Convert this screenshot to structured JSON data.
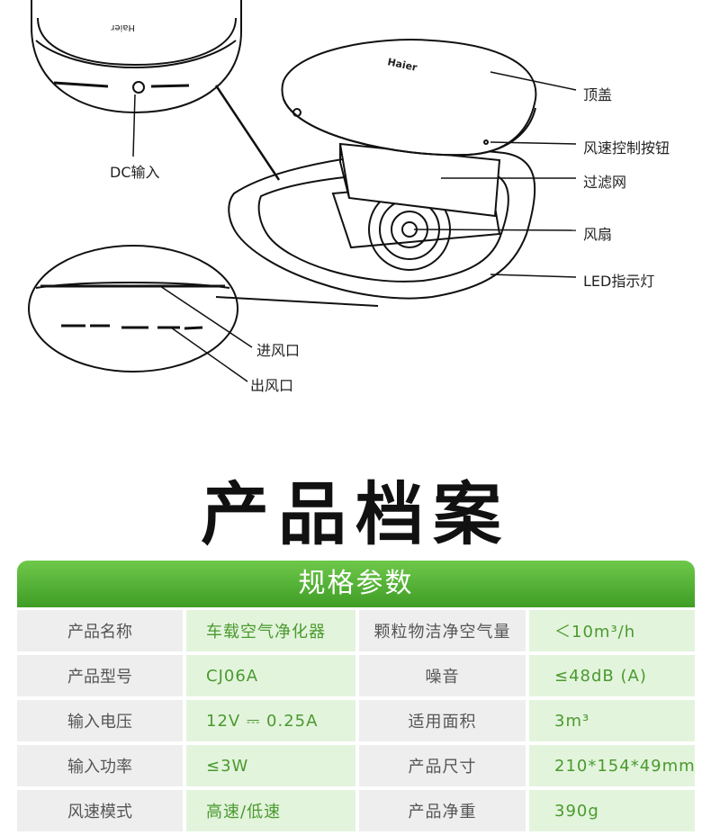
{
  "diagram": {
    "brand_logo": "Haier",
    "labels": {
      "dc_input": "DC输入",
      "top_cover": "顶盖",
      "speed_button": "风速控制按钮",
      "filter": "过滤网",
      "fan": "风扇",
      "led": "LED指示灯",
      "air_inlet": "进风口",
      "air_outlet": "出风口"
    }
  },
  "section_title": "产品档案",
  "spec": {
    "header": "规格参数",
    "rows": [
      {
        "label1": "产品名称",
        "value1": "车载空气净化器",
        "label2": "颗粒物洁净空气量",
        "value2": "＜10m³/h"
      },
      {
        "label1": "产品型号",
        "value1": "CJ06A",
        "label2": "噪音",
        "value2": "≤48dB (A)"
      },
      {
        "label1": "输入电压",
        "value1": "12V ⎓ 0.25A",
        "label2": "适用面积",
        "value2": "3m³"
      },
      {
        "label1": "输入功率",
        "value1": "≤3W",
        "label2": "产品尺寸",
        "value2": "210*154*49mm"
      },
      {
        "label1": "风速模式",
        "value1": "高速/低速",
        "label2": "产品净重",
        "value2": "390g"
      }
    ]
  }
}
